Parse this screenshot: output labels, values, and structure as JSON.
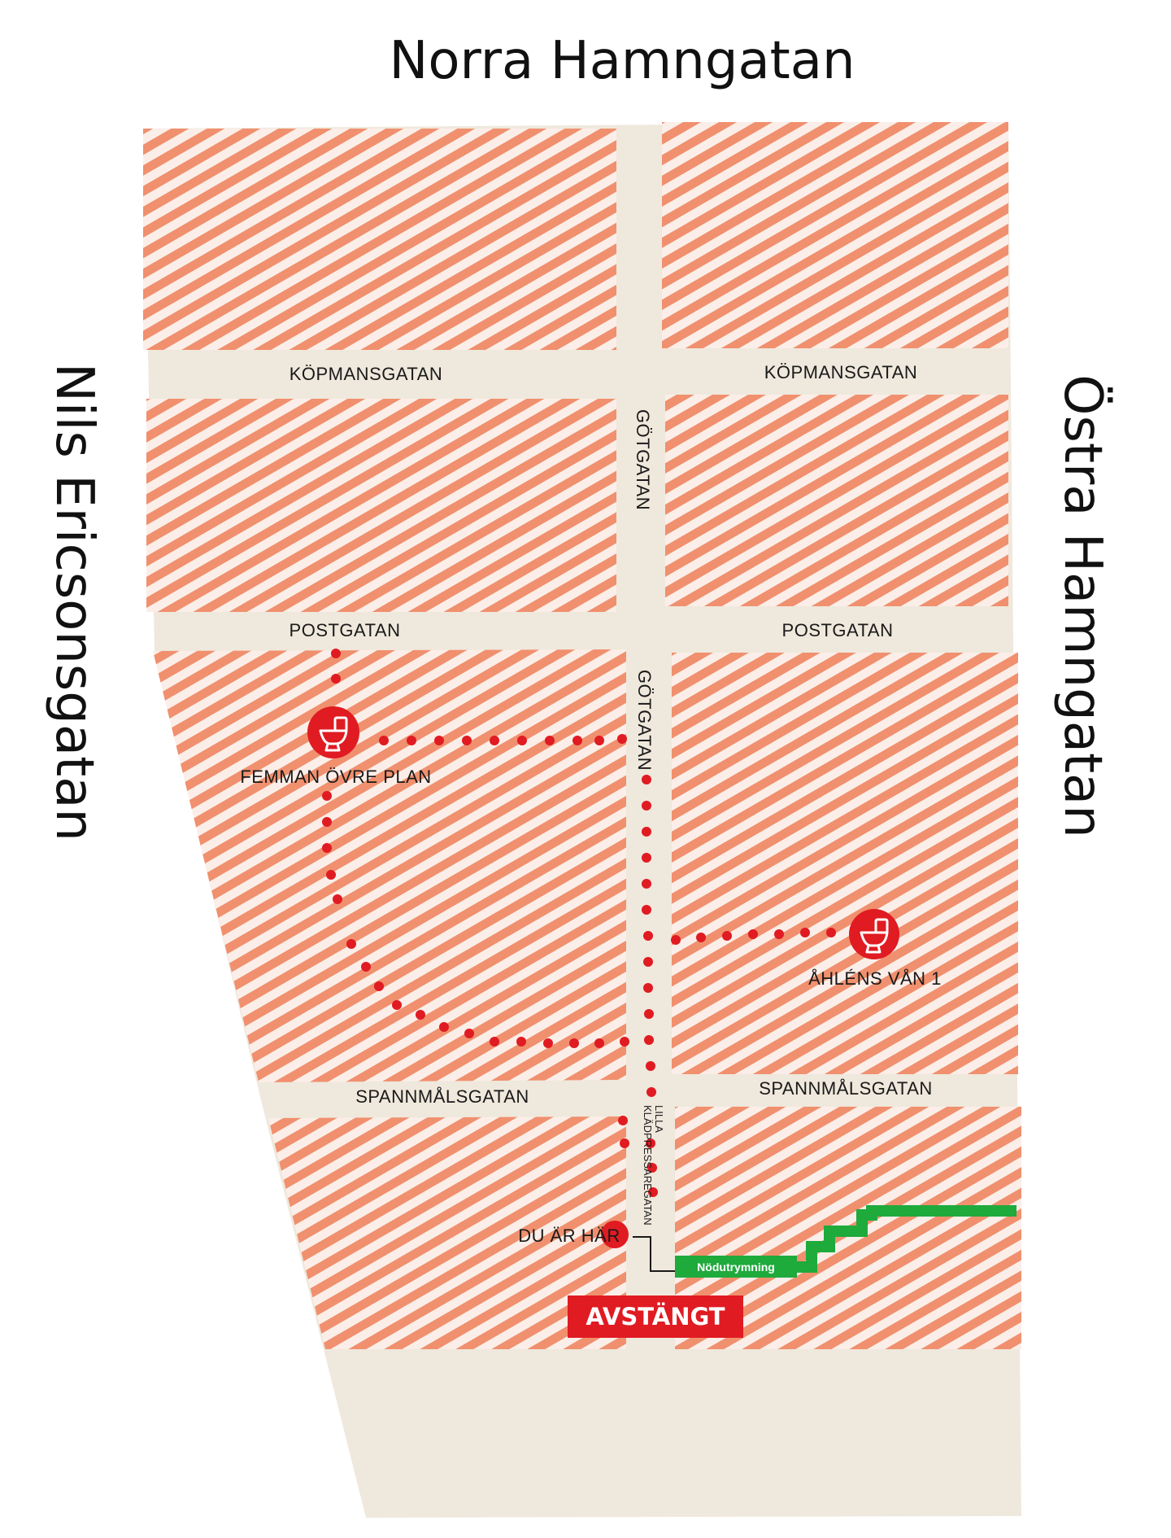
{
  "streets": {
    "north": "Norra Hamngatan",
    "west": "Nils Ericsonsgatan",
    "east": "Östra Hamngatan",
    "kopmans_left": "KÖPMANSGATAN",
    "kopmans_right": "KÖPMANSGATAN",
    "postgatan_left": "POSTGATAN",
    "postgatan_right": "POSTGATAN",
    "gotgatan_upper": "GÖTGATAN",
    "gotgatan_lower": "GÖTGATAN",
    "spannmal_left": "SPANNMÅLSGATAN",
    "spannmal_right": "SPANNMÅLSGATAN",
    "lilla_line1": "LILLA",
    "lilla_line2": "KLÄDPRESSAREGATAN"
  },
  "places": {
    "femman": "FEMMAN ÖVRE PLAN",
    "ahlens": "ÅHLÉNS VÅN 1",
    "you_are_here": "DU ÄR HÄR"
  },
  "emergency_exit": "Nödutrymning",
  "closed_label": "AVSTÄNGT",
  "icons": {
    "toilet": "toilet-icon",
    "location": "location-marker-icon"
  },
  "colors": {
    "background": "#ffffff",
    "street_fill": "#efe8dc",
    "hatch_stripe": "#f0906e",
    "route_red": "#e01b22",
    "exit_green": "#1faa3c",
    "text": "#111111"
  }
}
